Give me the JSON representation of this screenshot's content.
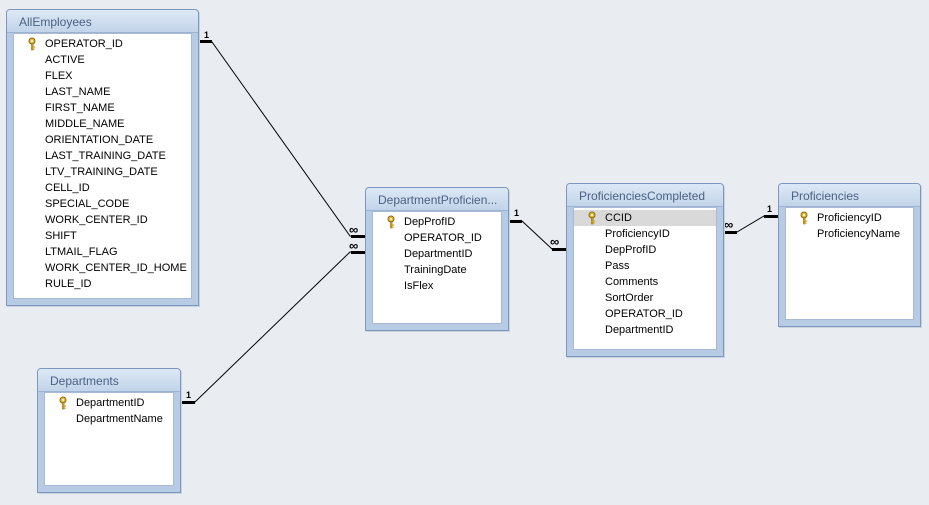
{
  "tables": {
    "all_employees": {
      "title": "AllEmployees",
      "fields": [
        "OPERATOR_ID",
        "ACTIVE",
        "FLEX",
        "LAST_NAME",
        "FIRST_NAME",
        "MIDDLE_NAME",
        "ORIENTATION_DATE",
        "LAST_TRAINING_DATE",
        "LTV_TRAINING_DATE",
        "CELL_ID",
        "SPECIAL_CODE",
        "WORK_CENTER_ID",
        "SHIFT",
        "LTMAIL_FLAG",
        "WORK_CENTER_ID_HOME",
        "RULE_ID"
      ]
    },
    "departments": {
      "title": "Departments",
      "fields": [
        "DepartmentID",
        "DepartmentName"
      ]
    },
    "department_proficiencies": {
      "title": "DepartmentProficien...",
      "fields": [
        "DepProfID",
        "OPERATOR_ID",
        "DepartmentID",
        "TrainingDate",
        "IsFlex"
      ]
    },
    "proficiencies_completed": {
      "title": "ProficienciesCompleted",
      "fields": [
        "CCID",
        "ProficiencyID",
        "DepProfID",
        "Pass",
        "Comments",
        "SortOrder",
        "OPERATOR_ID",
        "DepartmentID"
      ]
    },
    "proficiencies": {
      "title": "Proficiencies",
      "fields": [
        "ProficiencyID",
        "ProficiencyName"
      ]
    }
  },
  "relationships": {
    "one_label": "1",
    "many_label": "∞"
  },
  "icons": {
    "primary_key": "key-icon"
  },
  "colors": {
    "canvas": "#e9ecf1",
    "table_frame": "#b8cbe4",
    "title_text": "#4a6283",
    "key_icon": "#d6a520"
  }
}
